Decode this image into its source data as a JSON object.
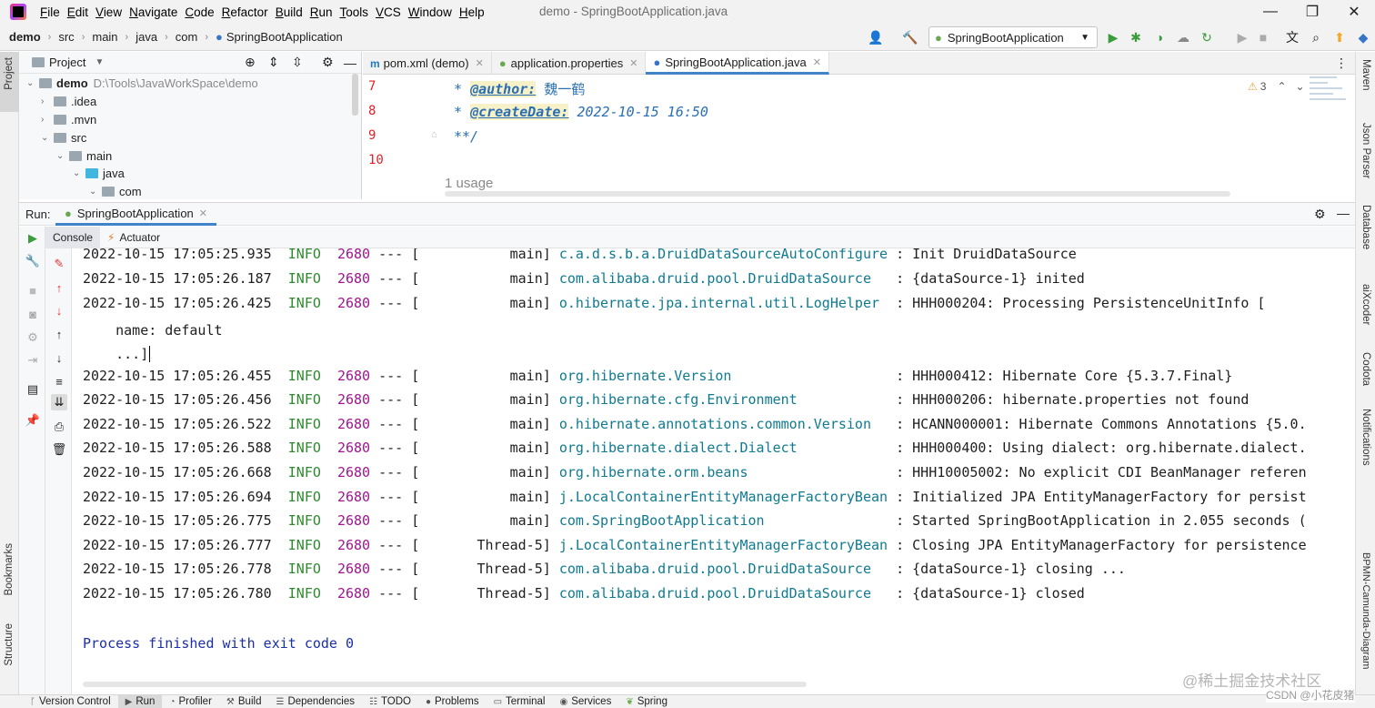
{
  "menu": [
    "File",
    "Edit",
    "View",
    "Navigate",
    "Code",
    "Refactor",
    "Build",
    "Run",
    "Tools",
    "VCS",
    "Window",
    "Help"
  ],
  "window_title": "demo - SpringBootApplication.java",
  "breadcrumb": {
    "project": "demo",
    "parts": [
      "src",
      "main",
      "java",
      "com"
    ],
    "file": "SpringBootApplication"
  },
  "toolbar": {
    "run_config": "SpringBootApplication"
  },
  "left_strip": {
    "project": "Project",
    "bookmarks": "Bookmarks",
    "structure": "Structure"
  },
  "right_strip": [
    "Maven",
    "Json Parser",
    "Database",
    "aiXcoder",
    "Codota",
    "Notifications",
    "BPMN-Camunda-Diagram"
  ],
  "project_panel": {
    "title": "Project",
    "tree": {
      "root": "demo",
      "root_path": "D:\\Tools\\JavaWorkSpace\\demo",
      "idea": ".idea",
      "mvn": ".mvn",
      "src": "src",
      "main": "main",
      "java": "java",
      "com": "com"
    }
  },
  "editor": {
    "tabs": [
      "pom.xml (demo)",
      "application.properties",
      "SpringBootApplication.java"
    ],
    "line_numbers": [
      "7",
      "8",
      "9",
      "10"
    ],
    "lines": {
      "author_tag": "@author:",
      "author_value": " 魏一鹤",
      "date_tag": "@createDate:",
      "date_value": " 2022-10-15 16:50",
      "close": "**/"
    },
    "usage": "1 usage",
    "warnings": "3"
  },
  "run_panel": {
    "label": "Run:",
    "tab": "SpringBootApplication",
    "sub_tabs": [
      "Console",
      "Actuator"
    ]
  },
  "console": {
    "lines": [
      {
        "ts": "2022-10-15 17:05:25.935",
        "lvl": "INFO",
        "pid": "2680",
        "sep": " --- [",
        "thread": "           main] ",
        "logger": "c.a.d.s.b.a.DruidDataSourceAutoConfigure",
        "msg": " : Init DruidDataSource"
      },
      {
        "ts": "2022-10-15 17:05:26.187",
        "lvl": "INFO",
        "pid": "2680",
        "sep": " --- [",
        "thread": "           main] ",
        "logger": "com.alibaba.druid.pool.DruidDataSource  ",
        "msg": " : {dataSource-1} inited"
      },
      {
        "ts": "2022-10-15 17:05:26.425",
        "lvl": "INFO",
        "pid": "2680",
        "sep": " --- [",
        "thread": "           main] ",
        "logger": "o.hibernate.jpa.internal.util.LogHelper ",
        "msg": " : HHH000204: Processing PersistenceUnitInfo ["
      },
      {
        "ts": "2022-10-15 17:05:26.455",
        "lvl": "INFO",
        "pid": "2680",
        "sep": " --- [",
        "thread": "           main] ",
        "logger": "org.hibernate.Version                   ",
        "msg": " : HHH000412: Hibernate Core {5.3.7.Final}"
      },
      {
        "ts": "2022-10-15 17:05:26.456",
        "lvl": "INFO",
        "pid": "2680",
        "sep": " --- [",
        "thread": "           main] ",
        "logger": "org.hibernate.cfg.Environment           ",
        "msg": " : HHH000206: hibernate.properties not found"
      },
      {
        "ts": "2022-10-15 17:05:26.522",
        "lvl": "INFO",
        "pid": "2680",
        "sep": " --- [",
        "thread": "           main] ",
        "logger": "o.hibernate.annotations.common.Version  ",
        "msg": " : HCANN000001: Hibernate Commons Annotations {5.0."
      },
      {
        "ts": "2022-10-15 17:05:26.588",
        "lvl": "INFO",
        "pid": "2680",
        "sep": " --- [",
        "thread": "           main] ",
        "logger": "org.hibernate.dialect.Dialect           ",
        "msg": " : HHH000400: Using dialect: org.hibernate.dialect."
      },
      {
        "ts": "2022-10-15 17:05:26.668",
        "lvl": "INFO",
        "pid": "2680",
        "sep": " --- [",
        "thread": "           main] ",
        "logger": "org.hibernate.orm.beans                 ",
        "msg": " : HHH10005002: No explicit CDI BeanManager referen"
      },
      {
        "ts": "2022-10-15 17:05:26.694",
        "lvl": "INFO",
        "pid": "2680",
        "sep": " --- [",
        "thread": "           main] ",
        "logger": "j.LocalContainerEntityManagerFactoryBean",
        "msg": " : Initialized JPA EntityManagerFactory for persist"
      },
      {
        "ts": "2022-10-15 17:05:26.775",
        "lvl": "INFO",
        "pid": "2680",
        "sep": " --- [",
        "thread": "           main] ",
        "logger": "com.SpringBootApplication               ",
        "msg": " : Started SpringBootApplication in 2.055 seconds ("
      },
      {
        "ts": "2022-10-15 17:05:26.777",
        "lvl": "INFO",
        "pid": "2680",
        "sep": " --- [",
        "thread": "       Thread-5] ",
        "logger": "j.LocalContainerEntityManagerFactoryBean",
        "msg": " : Closing JPA EntityManagerFactory for persistence"
      },
      {
        "ts": "2022-10-15 17:05:26.778",
        "lvl": "INFO",
        "pid": "2680",
        "sep": " --- [",
        "thread": "       Thread-5] ",
        "logger": "com.alibaba.druid.pool.DruidDataSource  ",
        "msg": " : {dataSource-1} closing ..."
      },
      {
        "ts": "2022-10-15 17:05:26.780",
        "lvl": "INFO",
        "pid": "2680",
        "sep": " --- [",
        "thread": "       Thread-5] ",
        "logger": "com.alibaba.druid.pool.DruidDataSource  ",
        "msg": " : {dataSource-1} closed"
      }
    ],
    "continuation_1": "    name: default",
    "continuation_2": "    ...]",
    "finished": "Process finished with exit code 0"
  },
  "statusbar": [
    "Version Control",
    "Run",
    "Profiler",
    "Build",
    "Dependencies",
    "TODO",
    "Problems",
    "Terminal",
    "Services",
    "Spring"
  ],
  "watermark": {
    "site": "@稀土掘金技术社区",
    "author": "CSDN @小花皮猪"
  },
  "colors": {
    "accent": "#4083c9",
    "info_level": "#2f8a2f",
    "pid": "#a1148f",
    "logger": "#0f7a90",
    "line_numbers": "#e21f26"
  }
}
